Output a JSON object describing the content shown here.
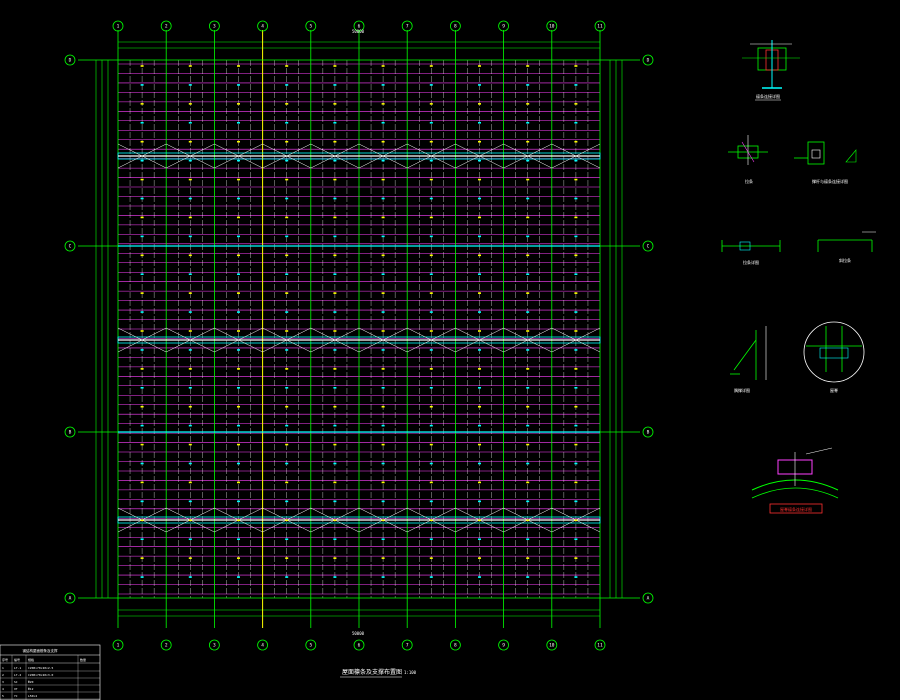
{
  "drawing": {
    "title": "屋面檩条及支撑布置图",
    "scale": "1:100",
    "colors": {
      "background": "#000000",
      "grid": "#00ff00",
      "purlin": "#ff40ff",
      "brace": "#ffffff",
      "tie": "#00ffff",
      "column_line": "#ffff00",
      "label": "#ffffff",
      "detail": "#00ff00",
      "accent_red": "#ff3030"
    }
  },
  "axes": {
    "numbered": [
      "1",
      "2",
      "3",
      "4",
      "5",
      "6",
      "7",
      "8",
      "9",
      "10",
      "11"
    ],
    "lettered": [
      "D",
      "C",
      "B",
      "A"
    ],
    "overall_dimension": "50000"
  },
  "details": [
    {
      "id": "d1",
      "label": "檩条连接详图"
    },
    {
      "id": "d2",
      "label": "拉条"
    },
    {
      "id": "d3",
      "label": "撑杆与檩条连接详图"
    },
    {
      "id": "d4",
      "label": "拉条详图"
    },
    {
      "id": "d5",
      "label": "斜拉条"
    },
    {
      "id": "d6",
      "label": "隅撑详图"
    },
    {
      "id": "d7",
      "label": "屋脊"
    },
    {
      "id": "d8",
      "label": "屋脊檩条连接详图"
    }
  ],
  "title_block": {
    "heading": "钢结构屋面檩条及支撑",
    "col_headers": [
      "序号",
      "编号",
      "规格",
      "数量"
    ],
    "rows": [
      [
        "1",
        "LT-1",
        "C200×70×20×2.5",
        ""
      ],
      [
        "2",
        "LT-2",
        "C200×70×20×3.0",
        ""
      ],
      [
        "3",
        "SC",
        "Φ20",
        ""
      ],
      [
        "4",
        "XT",
        "Φ12",
        ""
      ],
      [
        "5",
        "YC",
        "L50×4",
        ""
      ]
    ]
  }
}
